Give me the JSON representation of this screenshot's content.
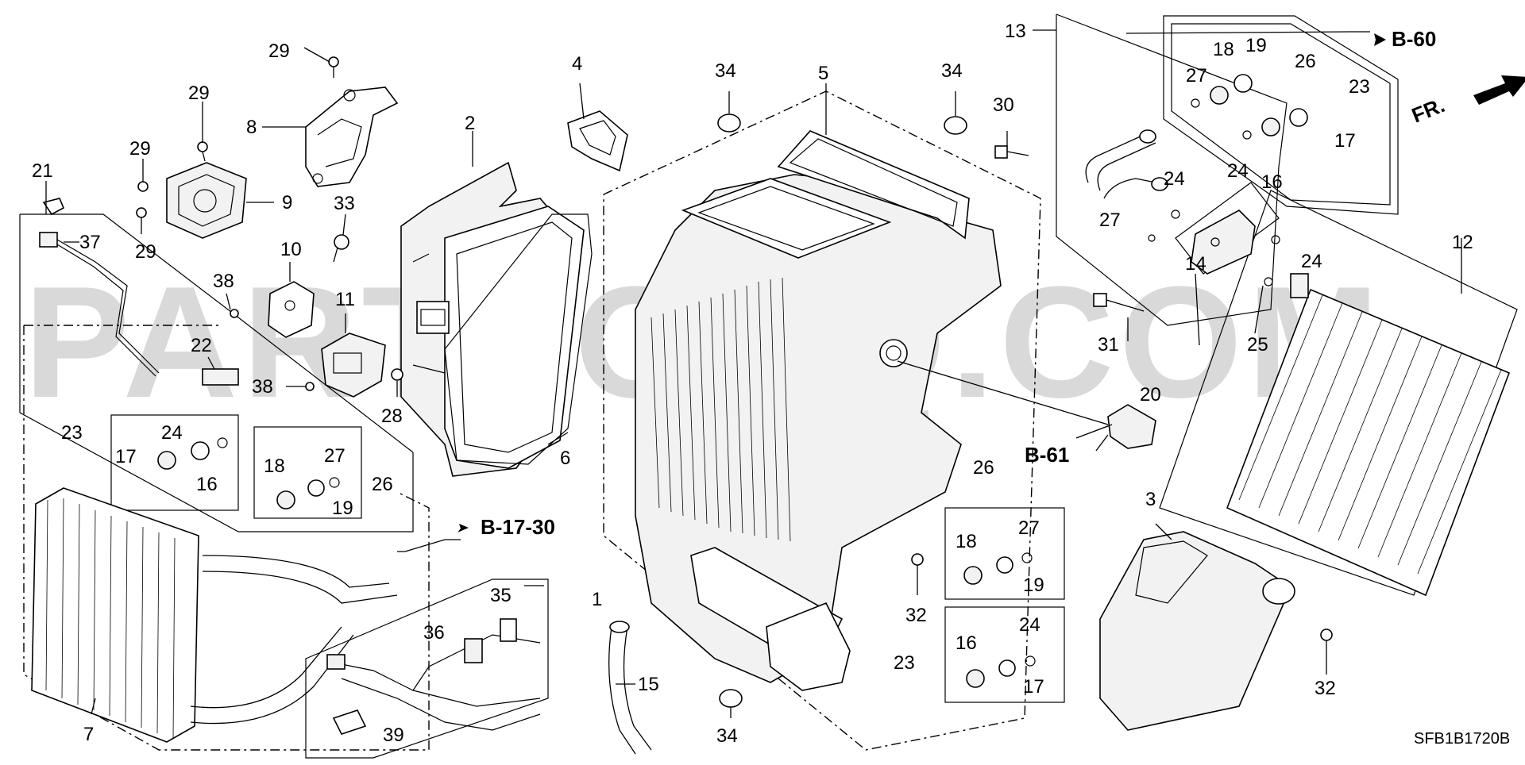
{
  "diagram": {
    "watermark": "PARTSOUQ.COM",
    "code": "SFB1B1720B",
    "direction_label": "FR.",
    "refs": [
      "B-60",
      "B-61",
      "B-17-30"
    ],
    "callouts": [
      "29",
      "8",
      "29",
      "29",
      "9",
      "29",
      "21",
      "37",
      "10",
      "33",
      "38",
      "11",
      "22",
      "38",
      "28",
      "2",
      "4",
      "6",
      "34",
      "5",
      "34",
      "30",
      "13",
      "18",
      "19",
      "27",
      "26",
      "23",
      "24",
      "17",
      "16",
      "24",
      "27",
      "14",
      "31",
      "25",
      "24",
      "12",
      "20",
      "23",
      "24",
      "17",
      "16",
      "18",
      "27",
      "26",
      "19",
      "7",
      "35",
      "1",
      "36",
      "15",
      "39",
      "34",
      "26",
      "18",
      "27",
      "19",
      "32",
      "23",
      "16",
      "24",
      "17",
      "3",
      "32"
    ]
  }
}
